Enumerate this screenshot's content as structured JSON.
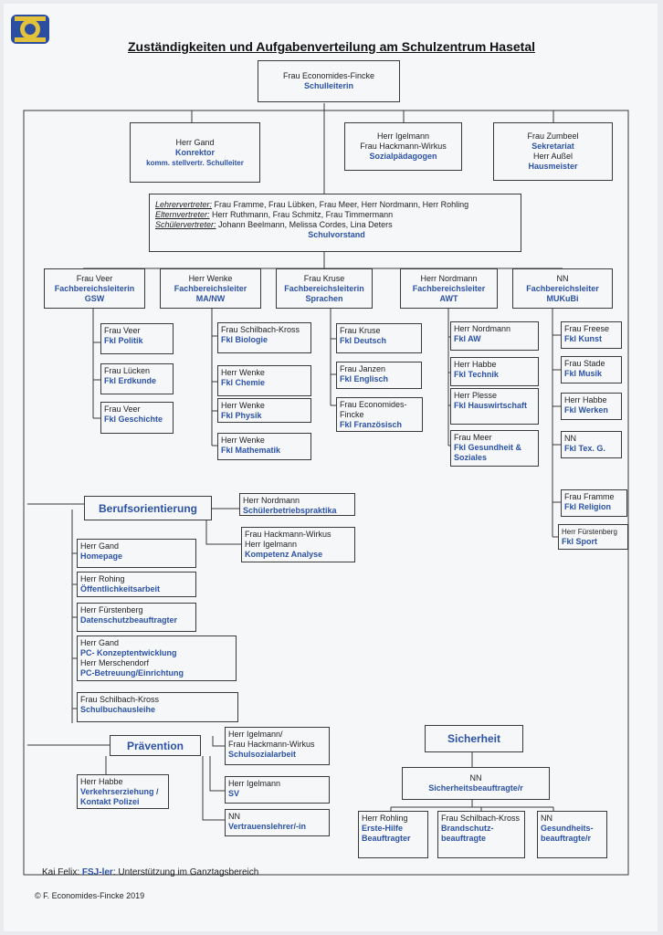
{
  "title": "Zuständigkeiten und Aufgabenverteilung am Schulzentrum Hasetal",
  "leitung": {
    "name": "Frau Economides-Fincke",
    "role": "Schulleiterin"
  },
  "konrektor": {
    "name": "Herr Gand",
    "role": "Konrektor",
    "role2": "komm. stellvertr. Schulleiter"
  },
  "sozial": {
    "name1": "Herr Igelmann",
    "name2": "Frau Hackmann-Wirkus",
    "role": "Sozialpädagogen"
  },
  "sekretariat": {
    "name1": "Frau Zumbeel",
    "role1": "Sekretariat",
    "name2": "Herr Außel",
    "role2": "Hausmeister"
  },
  "vorstand": {
    "lehrer_label": "Lehrervertreter:",
    "lehrer": "Frau Framme, Frau Lübken, Frau Meer, Herr Nordmann, Herr Rohling",
    "eltern_label": "Elternvertreter:",
    "eltern": "Herr Ruthmann, Frau Schmitz, Frau Timmermann",
    "schueler_label": "Schülervertreter:",
    "schueler": "Johann Beelmann, Melissa Cordes, Lina Deters",
    "role": "Schulvorstand"
  },
  "bereiche": [
    {
      "name": "Frau Veer",
      "role": "Fachbereichsleiterin",
      "fach": "GSW"
    },
    {
      "name": "Herr Wenke",
      "role": "Fachbereichsleiter",
      "fach": "MA/NW"
    },
    {
      "name": "Frau Kruse",
      "role": "Fachbereichsleiterin",
      "fach": "Sprachen"
    },
    {
      "name": "Herr Nordmann",
      "role": "Fachbereichsleiter",
      "fach": "AWT"
    },
    {
      "name": "NN",
      "role": "Fachbereichsleiter",
      "fach": "MUKuBi"
    }
  ],
  "fk": [
    {
      "name": "Frau Veer",
      "role": "Fkl Politik"
    },
    {
      "name": "Frau Lücken",
      "role": "Fkl Erdkunde"
    },
    {
      "name": "Frau Veer",
      "role": "Fkl Geschichte"
    },
    {
      "name": "Frau Schilbach-Kross",
      "role": "Fkl Biologie"
    },
    {
      "name": "Herr Wenke",
      "role": "Fkl Chemie"
    },
    {
      "name": "Herr Wenke",
      "role": "Fkl Physik"
    },
    {
      "name": "Herr Wenke",
      "role": "Fkl Mathematik"
    },
    {
      "name": "Frau Kruse",
      "role": "Fkl Deutsch"
    },
    {
      "name": "Frau Janzen",
      "role": "Fkl Englisch"
    },
    {
      "name": "Frau Economides-Fincke",
      "role": "Fkl Französisch"
    },
    {
      "name": "Herr Nordmann",
      "role": "Fkl AW"
    },
    {
      "name": "Herr Habbe",
      "role": "Fkl Technik"
    },
    {
      "name": "Herr Plesse",
      "role": "Fkl Hauswirtschaft"
    },
    {
      "name": "Frau Meer",
      "role": "Fkl Gesundheit & Soziales"
    },
    {
      "name": "Frau Freese",
      "role": "Fkl Kunst"
    },
    {
      "name": "Frau Stade",
      "role": "Fkl Musik"
    },
    {
      "name": "Herr Habbe",
      "role": "Fkl Werken"
    },
    {
      "name": "NN",
      "role": "Fkl Tex. G."
    },
    {
      "name": "Frau Framme",
      "role": "Fkl Religion"
    },
    {
      "name": "Herr Fürstenberg",
      "role": "Fkl Sport"
    }
  ],
  "berufsorientierung": {
    "label": "Berufsorientierung"
  },
  "bo_items": [
    {
      "name": "Herr Nordmann",
      "role": "Schülerbetriebspraktika"
    },
    {
      "name": "Frau Hackmann-Wirkus",
      "name2": "Herr Igelmann",
      "role": "Kompetenz Analyse"
    }
  ],
  "side": [
    {
      "name": "Herr Gand",
      "role": "Homepage"
    },
    {
      "name": "Herr Rohing",
      "role": "Öffentlichkeitsarbeit"
    },
    {
      "name": "Herr Fürstenberg",
      "role": "Datenschutzbeauftragter"
    },
    {
      "name": "Herr Gand",
      "role": "PC- Konzeptentwicklung",
      "name2": "Herr Merschendorf",
      "role2": "PC-Betreuung/Einrichtung"
    },
    {
      "name": "Frau Schilbach-Kross",
      "role": "Schulbuchausleihe"
    }
  ],
  "praevention": {
    "label": "Prävention"
  },
  "prae_items": [
    {
      "name": "Herr Habbe",
      "role": "Verkehrserziehung / Kontakt Polizei"
    },
    {
      "name": "Herr Igelmann/",
      "name2": "Frau Hackmann-Wirkus",
      "role": "Schulsozialarbeit"
    },
    {
      "name": "Herr Igelmann",
      "role": "SV"
    },
    {
      "name": "NN",
      "role": "Vertrauenslehrer/-in"
    }
  ],
  "sicherheit": {
    "label": "Sicherheit",
    "name": "NN",
    "role": "Sicherheitsbeauftragte/r"
  },
  "sich_items": [
    {
      "name": "Herr Rohling",
      "role": "Erste-Hilfe Beauftragter"
    },
    {
      "name": "Frau Schilbach-Kross",
      "role": "Brandschutz-beauftragte"
    },
    {
      "name": "NN",
      "role": "Gesundheits-beauftragte/r"
    }
  ],
  "footer": {
    "name": "Kai Felix:",
    "role": "FSJ-ler",
    "text": ": Unterstützung im Ganztagsbereich",
    "copyright": "© F. Economides-Fincke 2019"
  }
}
